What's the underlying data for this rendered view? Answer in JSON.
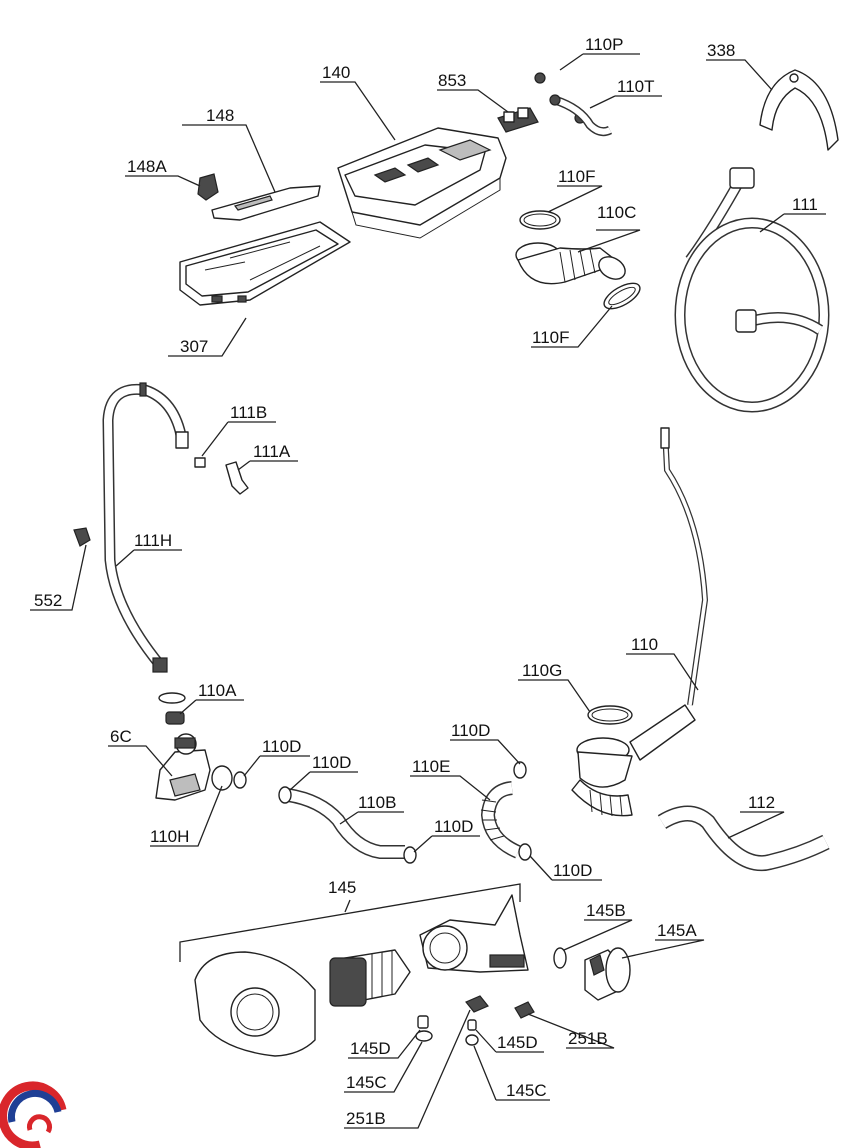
{
  "diagram": {
    "labels": {
      "l110P": "110P",
      "l338": "338",
      "l140": "140",
      "l853": "853",
      "l110T": "110T",
      "l148": "148",
      "l148A": "148A",
      "l110F_top": "110F",
      "l110C": "110C",
      "l111": "111",
      "l307": "307",
      "l110F_bottom": "110F",
      "l111B": "111B",
      "l111A": "111A",
      "l111H": "111H",
      "l552": "552",
      "l110": "110",
      "l110G": "110G",
      "l110A": "110A",
      "l6C": "6C",
      "l110D_a": "110D",
      "l110D_b": "110D",
      "l110D_c": "110D",
      "l110E": "110E",
      "l110B": "110B",
      "l110D_d": "110D",
      "l110H": "110H",
      "l110D_e": "110D",
      "l112": "112",
      "l145": "145",
      "l145B": "145B",
      "l145A": "145A",
      "l145D_a": "145D",
      "l145D_b": "145D",
      "l251B_a": "251B",
      "l145C_a": "145C",
      "l145C_b": "145C",
      "l251B_b": "251B"
    },
    "logo": {
      "colors": {
        "red": "#d9262b",
        "blue": "#1f3f95"
      }
    }
  }
}
